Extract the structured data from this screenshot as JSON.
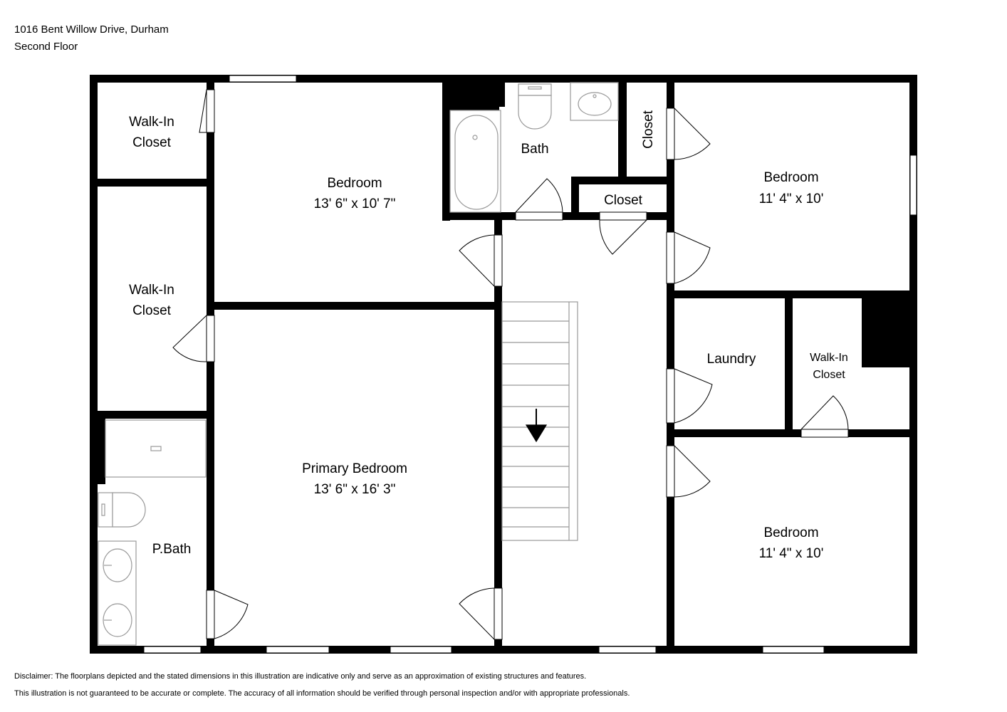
{
  "header": {
    "address": "1016 Bent Willow Drive, Durham",
    "floor": "Second Floor"
  },
  "rooms": {
    "walkin_closet_top": {
      "line1": "Walk-In",
      "line2": "Closet"
    },
    "walkin_closet_mid": {
      "line1": "Walk-In",
      "line2": "Closet"
    },
    "bedroom_top": {
      "name": "Bedroom",
      "dims": "13' 6\" x 10' 7\""
    },
    "bath": {
      "name": "Bath"
    },
    "closet_vertical": {
      "name": "Closet"
    },
    "closet_hall": {
      "name": "Closet"
    },
    "bedroom_right_top": {
      "name": "Bedroom",
      "dims": "11' 4\" x 10'"
    },
    "laundry": {
      "name": "Laundry"
    },
    "walkin_closet_right": {
      "line1": "Walk-In",
      "line2": "Closet"
    },
    "primary_bedroom": {
      "name": "Primary Bedroom",
      "dims": "13' 6\" x 16' 3\""
    },
    "pbath": {
      "name": "P.Bath"
    },
    "bedroom_right_bottom": {
      "name": "Bedroom",
      "dims": "11' 4\" x 10'"
    }
  },
  "disclaimer": {
    "line1": "Disclaimer: The floorplans depicted and the stated dimensions in this illustration are indicative only and serve as an approximation of existing structures and features.",
    "line2": "This illustration is not guaranteed to be accurate or complete. The accuracy of all information should be verified through personal inspection and/or with appropriate professionals."
  },
  "colors": {
    "wall": "#000000",
    "fixture": "#999999",
    "background": "#ffffff"
  }
}
